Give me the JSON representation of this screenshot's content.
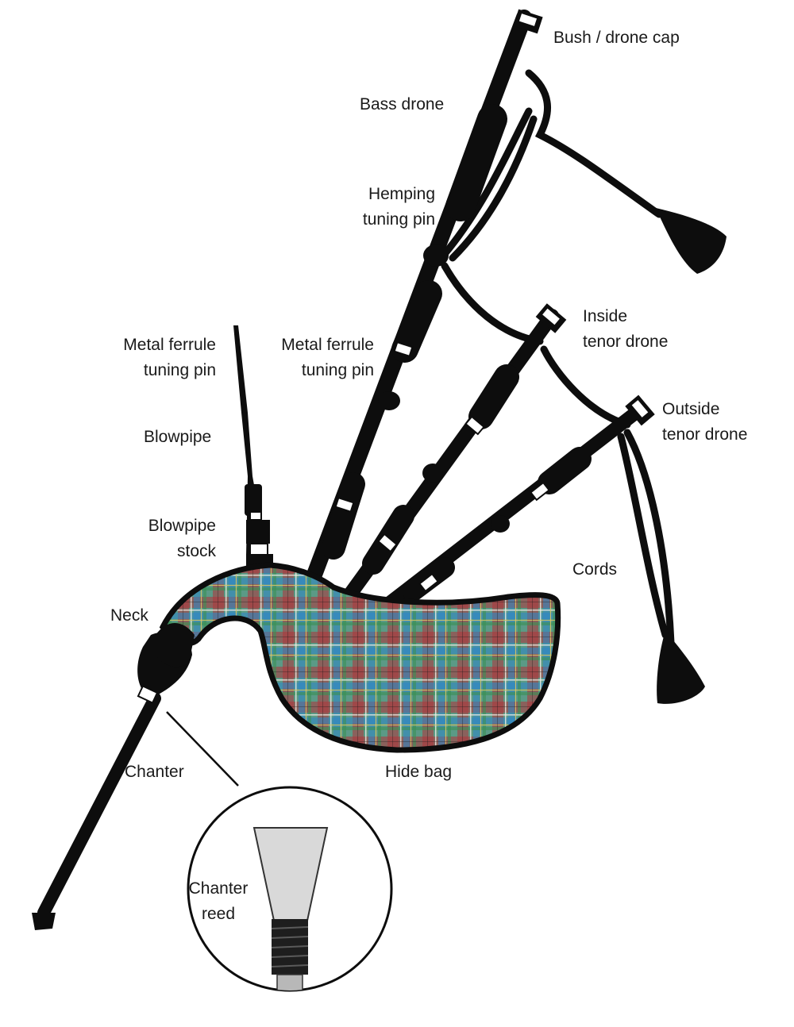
{
  "labels": {
    "bush_drone_cap": "Bush / drone cap",
    "bass_drone": "Bass drone",
    "hemping_tuning_pin": "Hemping\ntuning pin",
    "inside_tenor_drone": "Inside\ntenor drone",
    "outside_tenor_drone": "Outside\ntenor drone",
    "metal_ferrule_left": "Metal ferrule\ntuning pin",
    "metal_ferrule_center": "Metal ferrule\ntuning pin",
    "blowpipe": "Blowpipe",
    "blowpipe_stock": "Blowpipe\nstock",
    "neck": "Neck",
    "cords": "Cords",
    "chanter": "Chanter",
    "hide_bag": "Hide bag",
    "chanter_reed": "Chanter\nreed"
  },
  "colors": {
    "ink": "#0d0d0d",
    "tartan_base": "#4a8a7c",
    "tartan_red": "#b0333a",
    "tartan_blue": "#2e86c9",
    "tartan_green": "#3a8f55",
    "tartan_yellow": "#d8c36a",
    "reed_cane": "#d9d9d9",
    "reed_staple": "#b8b8b8"
  }
}
